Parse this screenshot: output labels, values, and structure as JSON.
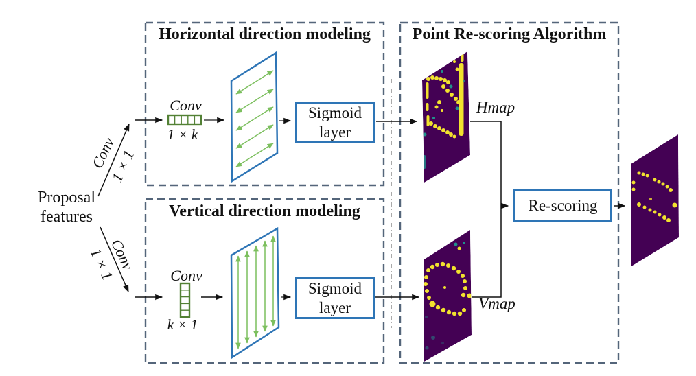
{
  "colors": {
    "dashed_border": "#54657a",
    "blue_border": "#2e75b6",
    "kernel_green": "#538135",
    "arrow_green": "#7cbf5e",
    "heatmap_purple": "#440154",
    "heatmap_yellow": "#f2e22e",
    "heatmap_teal": "#21918c",
    "connector_black": "#111111"
  },
  "input": {
    "proposal_line1": "Proposal",
    "proposal_line2": "features",
    "branch_top": {
      "conv": "Conv",
      "kernel": "1 × 1"
    },
    "branch_bottom": {
      "conv": "Conv",
      "kernel": "1 × 1"
    }
  },
  "horizontal_module": {
    "title": "Horizontal direction modeling",
    "conv": "Conv",
    "kernel": "1 × k",
    "sigmoid_line1": "Sigmoid",
    "sigmoid_line2": "layer"
  },
  "vertical_module": {
    "title": "Vertical direction modeling",
    "conv": "Conv",
    "kernel": "k × 1",
    "sigmoid_line1": "Sigmoid",
    "sigmoid_line2": "layer"
  },
  "rescoring_module": {
    "title": "Point Re-scoring Algorithm",
    "hmap": "Hmap",
    "vmap": "Vmap",
    "rescoring": "Re-scoring"
  }
}
